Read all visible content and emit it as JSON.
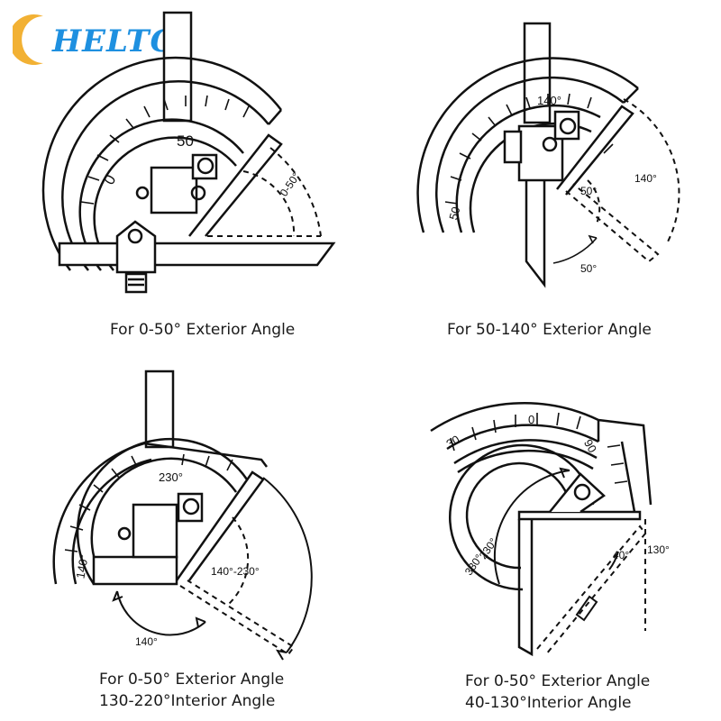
{
  "brand": {
    "logo_text": "HELTC",
    "color": "#1e90e0",
    "accent": "#f2b134"
  },
  "panels": [
    {
      "id": "p1",
      "scale_labels": [
        "0",
        "50"
      ],
      "angle_label": "0-50°",
      "caption_lines": [
        "For 0-50° Exterior Angle"
      ]
    },
    {
      "id": "p2",
      "scale_labels": [
        "140°",
        "50"
      ],
      "angle_labels": [
        "140°",
        "50°",
        "50°"
      ],
      "caption_lines": [
        "For 50-140° Exterior Angle"
      ]
    },
    {
      "id": "p3",
      "scale_labels": [
        "230°",
        "140°"
      ],
      "angle_labels": [
        "140°-230°",
        "140°"
      ],
      "caption_lines": [
        "For 0-50° Exterior Angle",
        "130-220°Interior Angle"
      ]
    },
    {
      "id": "p4",
      "scale_labels": [
        "30",
        "0",
        "90"
      ],
      "angle_labels": [
        "230°",
        "330°",
        "40°",
        "130°"
      ],
      "caption_lines": [
        "For 0-50° Exterior Angle",
        "40-130°Interior Angle"
      ]
    }
  ]
}
